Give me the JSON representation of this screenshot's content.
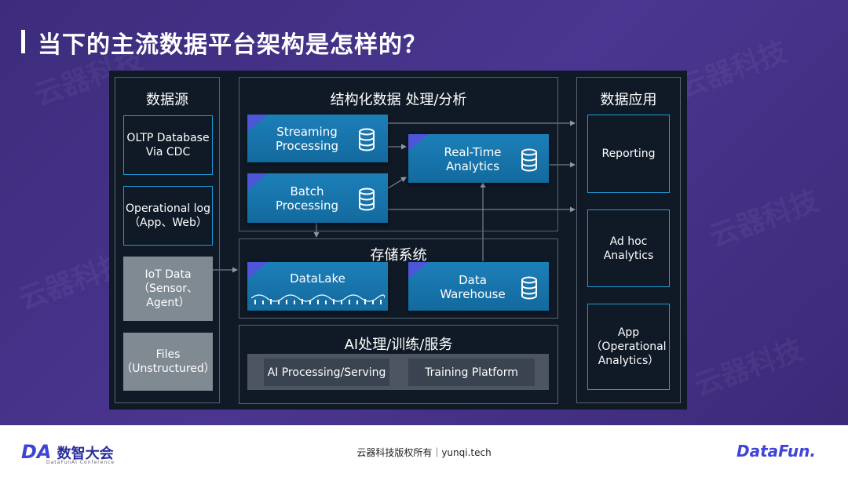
{
  "title": "当下的主流数据平台架构是怎样的？",
  "watermark": "云器科技",
  "panels": {
    "sources": "数据源",
    "structured": "结构化数据 处理/分析",
    "storage": "存储系统",
    "ai": "AI处理/训练/服务",
    "apps": "数据应用"
  },
  "sources": {
    "oltp": "OLTP Database\nVia CDC",
    "oplog": "Operational log\n（App、Web）",
    "iot": "IoT Data\n（Sensor、\nAgent）",
    "files": "Files\n（Unstructured）"
  },
  "processing": {
    "streaming": "Streaming\nProcessing",
    "batch": "Batch\nProcessing",
    "realtime": "Real-Time\nAnalytics"
  },
  "storage": {
    "datalake": "DataLake",
    "warehouse": "Data\nWarehouse"
  },
  "ai": {
    "serving": "AI Processing/Serving",
    "training": "Training Platform"
  },
  "apps": {
    "reporting": "Reporting",
    "adhoc": "Ad hoc\nAnalytics",
    "app": "App\n（Operational\nAnalytics）"
  },
  "footer": {
    "copyright": "云器科技版权所有｜yunqi.tech",
    "left_logo_mark": "DA",
    "left_logo_text": "数智大会",
    "left_logo_sub": "DataFunAI Conference",
    "right_logo": "DataFun."
  },
  "colors": {
    "background": "#3d2c7c",
    "diagram_bg": "#0f1a26",
    "box_blue": "#1c7fb8",
    "outline_blue": "#1f9ad6",
    "gray_box": "#808a93",
    "accent": "#4b56d8"
  },
  "icons": [
    "database-icon",
    "wave-icon"
  ]
}
